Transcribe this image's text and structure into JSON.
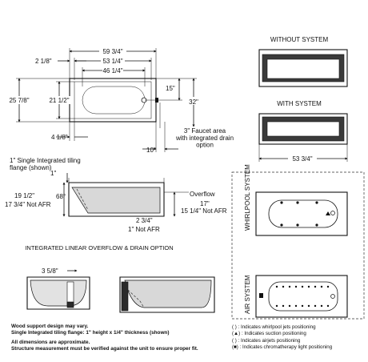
{
  "plan_view": {
    "overall_length": "59 3/4\"",
    "inner_length": "53 1/4\"",
    "basin_length": "46 1/4\"",
    "left_offset": "2 1/8\"",
    "overall_width": "25 7/8\"",
    "inner_width": "21 1/2\"",
    "drain_height": "15\"",
    "end_height": "32\"",
    "bottom_offset": "4 1/8\"",
    "faucet_label": "3\" Faucet area\nwith integrated drain\noption",
    "faucet_width": "10\""
  },
  "section_view": {
    "flange_note": "1\" Single Integrated tiling\nflange (shown)",
    "flange_height": "1\"",
    "height_labels": [
      "19 1/2\"",
      "17 3/4\" Not AFR"
    ],
    "angle": "68°",
    "overflow_label": "Overflow",
    "overflow_height": "17\"",
    "overflow_height_afr": "15 1/4\" Not AFR",
    "drain_offset": "2 3/4\"",
    "drain_afr": "1\" Not AFR"
  },
  "linear_overflow": {
    "title": "INTEGRATED LINEAR OVERFLOW & DRAIN OPTION",
    "dimension": "3 5/8\""
  },
  "systems": {
    "without_title": "WITHOUT SYSTEM",
    "with_title": "WITH SYSTEM",
    "with_width": "53 3/4\"",
    "whirlpool_label": "WHIRLPOOL SYSTEM",
    "air_label": "AIR SYSTEM"
  },
  "notes": [
    "Wood support design may vary.",
    "Single Integrated tiling flange: 1\" height x 1/4\" thickness (shown)",
    "",
    "All dimensions are approximate.",
    "Structure measurement must be verified against the unit to ensure proper fit."
  ],
  "legend": [
    {
      "symbol": "(  )",
      "text": ": Indicates whirlpool jets positioning"
    },
    {
      "symbol": "(▲)",
      "text": ": Indicates suction positioning"
    },
    {
      "symbol": "(  )",
      "text": ": Indicates airjets positioning"
    },
    {
      "symbol": "(■)",
      "text": ": Indicates chromatherapy light positioning"
    }
  ]
}
